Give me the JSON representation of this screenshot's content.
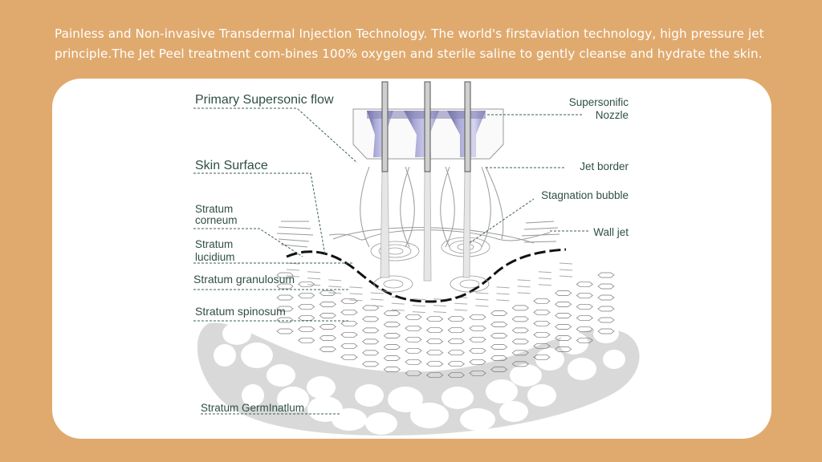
{
  "intro": {
    "line1": "Painless and Non-invasive Transdermal Injection Technology. The world's firstaviation technology, high pressure jet",
    "line2": "principle.The Jet Peel treatment com-bines 100% oxygen and sterile saline to gently cleanse and hydrate the skin."
  },
  "diagram": {
    "labels_left": {
      "primary_flow": "Primary  Supersonic  flow",
      "skin_surface": "Skin  Surface",
      "corneum_1": "Stratum",
      "corneum_2": "corneum",
      "lucidium_1": "Stratum",
      "lucidium_2": "lucidium",
      "granulosum": "Stratum granulosum",
      "spinosum": "Stratum spinosum",
      "germinatium": "Stratum GermInatlum"
    },
    "labels_right": {
      "nozzle_1": "Supersonific",
      "nozzle_2": "Nozzle",
      "jet_border": "Jet border",
      "stagnation": "Stagnation bubble",
      "wall_jet": "Wall jet"
    },
    "colors": {
      "background": "#e0aa6e",
      "card": "#ffffff",
      "label_text": "#2f4f45",
      "nozzle": "#a9a8d6",
      "germinative_band": "#d9d9d9"
    }
  }
}
